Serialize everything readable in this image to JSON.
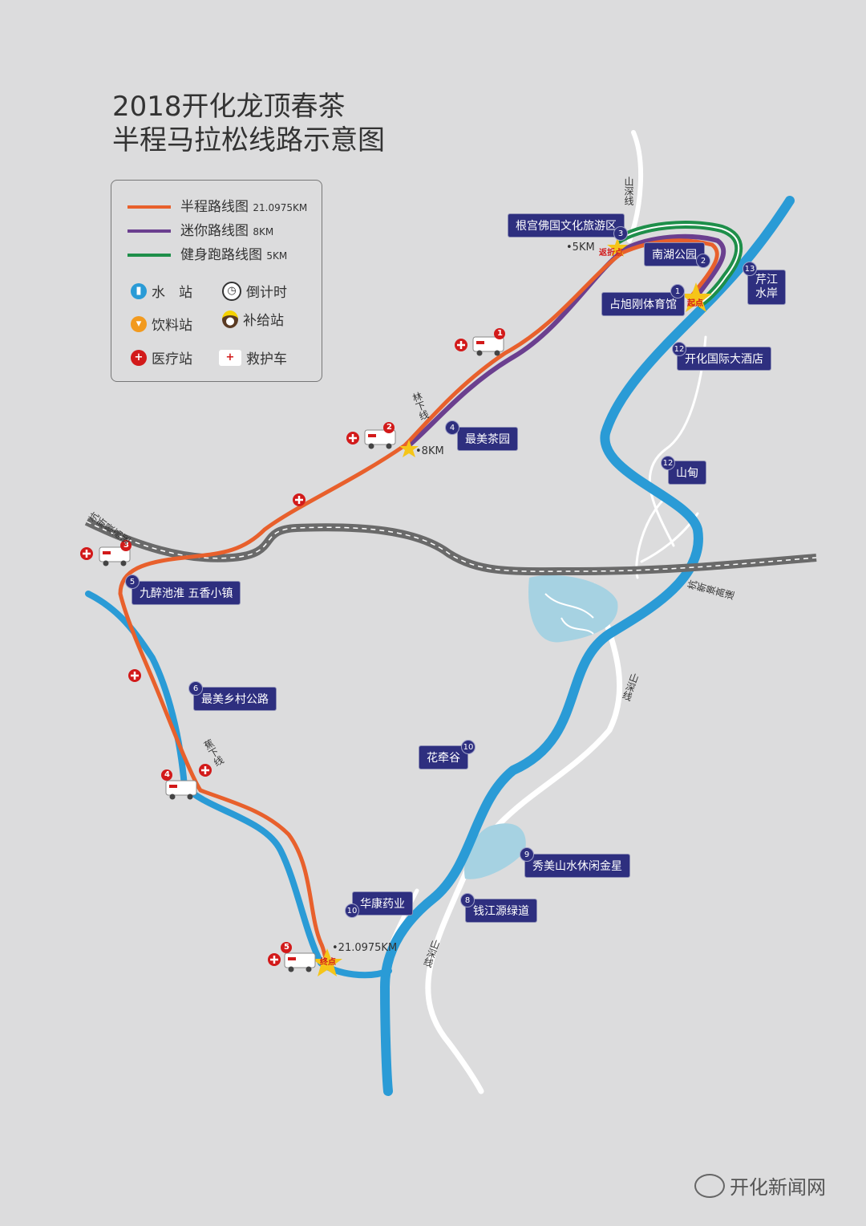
{
  "title": {
    "line1": "2018开化龙顶春茶",
    "line2": "半程马拉松线路示意图"
  },
  "legend": {
    "half": {
      "label": "半程路线图",
      "unit": "21.0975KM",
      "color": "#e8602c"
    },
    "mini": {
      "label": "迷你路线图",
      "unit": "8KM",
      "color": "#6b3f8f"
    },
    "fit": {
      "label": "健身跑路线图",
      "unit": "5KM",
      "color": "#1e8f4a"
    },
    "water": "水　站",
    "countdown": "倒计时",
    "drink": "饮料站",
    "supply": "补给站",
    "medical": "医疗站",
    "ambulance": "救护车"
  },
  "colors": {
    "river": "#2a9bd6",
    "lake": "#a6d2e2",
    "highway": "#6a6a6a",
    "road": "#ffffff",
    "poi": "#2e2f7f",
    "medical": "#d21a1a"
  },
  "pois": {
    "p1": {
      "num": "1",
      "label": "占旭刚体育馆"
    },
    "p2": {
      "num": "2",
      "label": "南湖公园"
    },
    "p3": {
      "num": "3",
      "label": "根宫佛国文化旅游区"
    },
    "p4": {
      "num": "4",
      "label": "最美茶园"
    },
    "p5": {
      "num": "5",
      "label": "九醉池淮 五香小镇"
    },
    "p6": {
      "num": "6",
      "label": "最美乡村公路"
    },
    "p8": {
      "num": "8",
      "label": "钱江源绿道"
    },
    "p9": {
      "num": "9",
      "label": "秀美山水休闲金星"
    },
    "p10a": {
      "num": "10",
      "label": "花牵谷"
    },
    "p10b": {
      "num": "10",
      "label": "华康药业"
    },
    "p12a": {
      "num": "12",
      "label": "开化国际大酒店"
    },
    "p12b": {
      "num": "12",
      "label": "山甸"
    },
    "p13": {
      "num": "13",
      "label": "芹江\n水岸"
    }
  },
  "markers": {
    "start": "起点",
    "turn": "返折点",
    "finish": "终点",
    "km5": "•5KM",
    "km8": "•8KM",
    "km21": "•21.0975KM"
  },
  "ambulances": [
    "1",
    "2",
    "3",
    "4",
    "5"
  ],
  "roads": {
    "hangxin_a": "杭新景高速",
    "hangxin_b": "杭新景高速",
    "shanshen_a": "山深线",
    "shanshen_b": "山深线",
    "shanshen_c": "山深线",
    "linxia": "林下线",
    "xiaxia": "蕉下线"
  },
  "watermark": "开化新闻网"
}
